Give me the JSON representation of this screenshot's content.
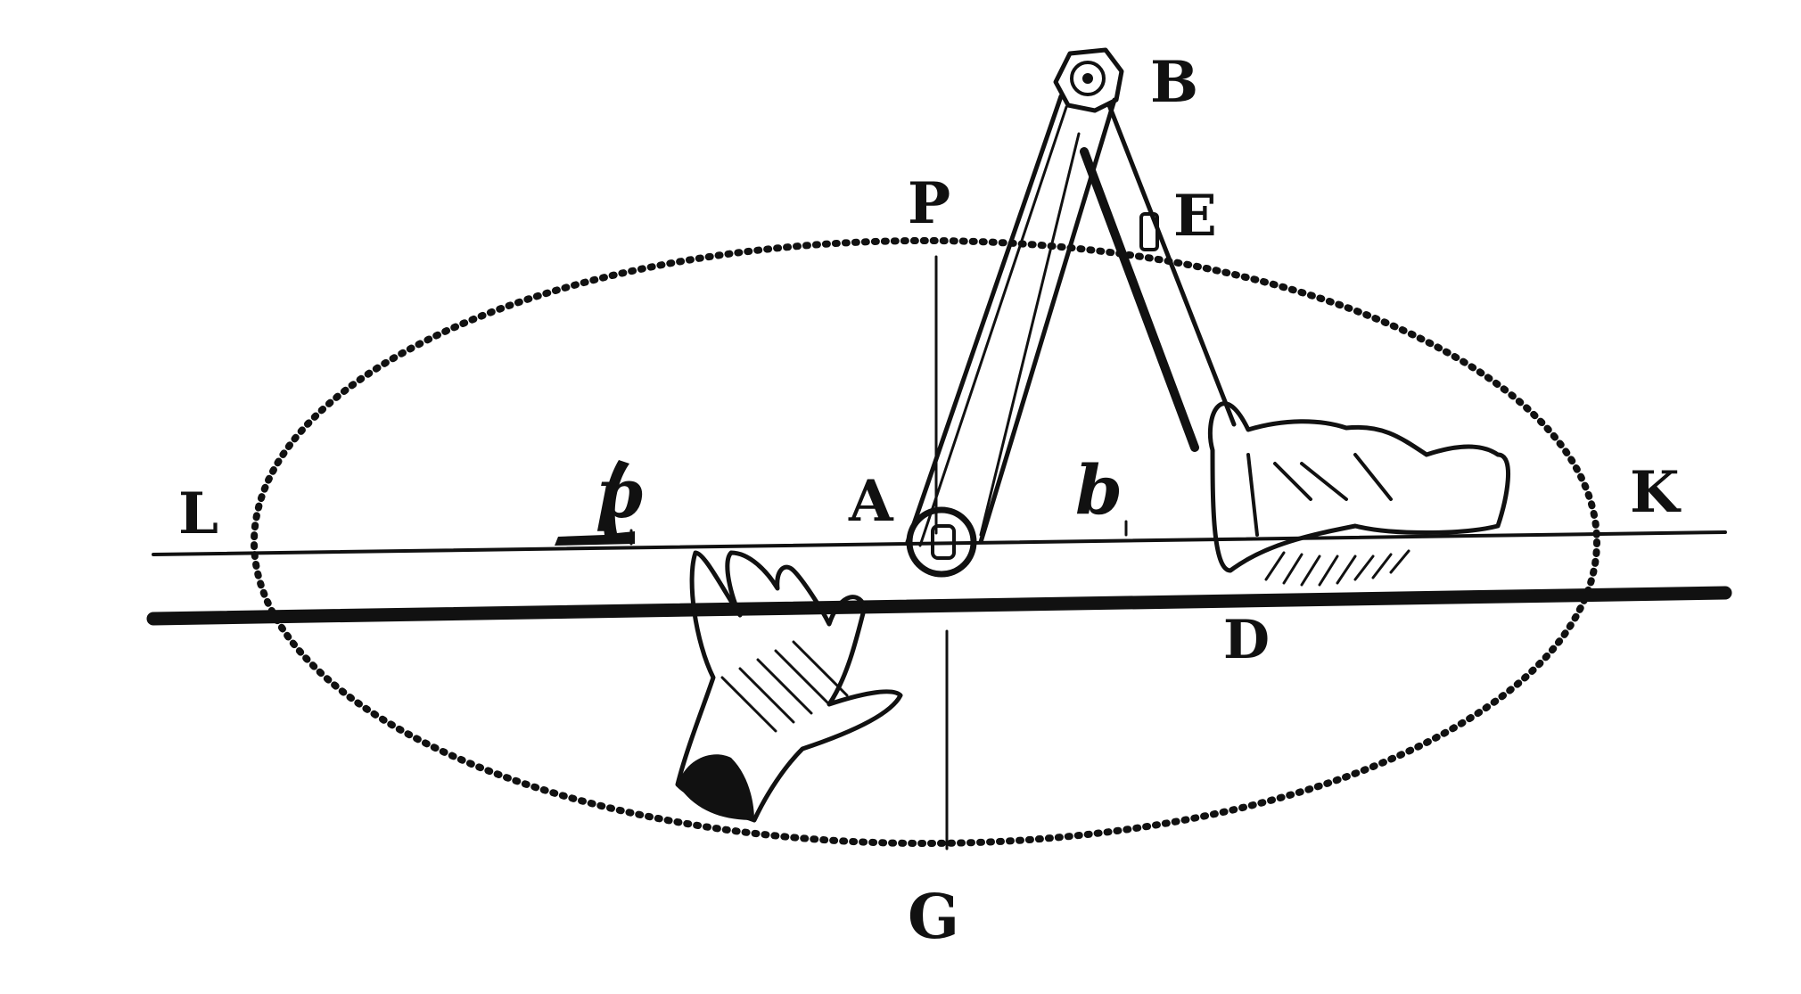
{
  "labels": {
    "B": "B",
    "P": "P",
    "E": "E",
    "L": "L",
    "p": "p",
    "A": "A",
    "b": "b",
    "K": "K",
    "D": "D",
    "G": "G"
  },
  "colors": {
    "ink": "#111111",
    "paper": "#ffffff"
  }
}
